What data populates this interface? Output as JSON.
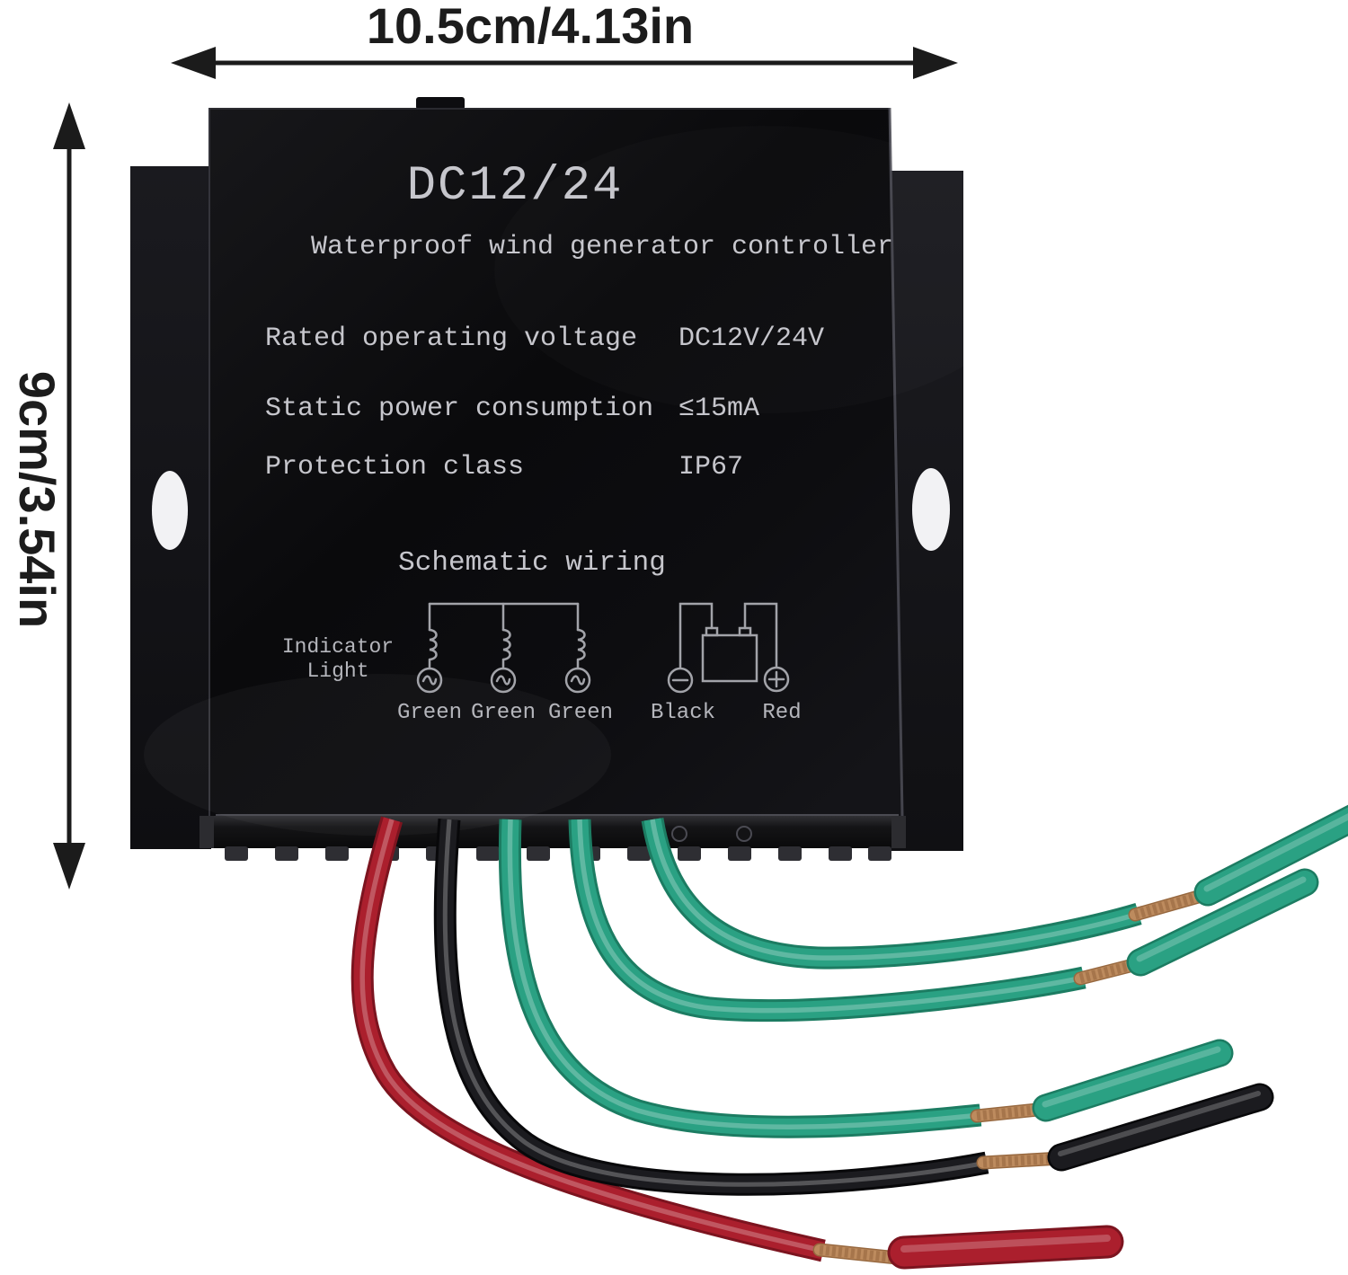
{
  "annotation": {
    "width_label": "10.5cm/4.13in",
    "height_label": "9cm/3.54in"
  },
  "device": {
    "title": "DC12/24",
    "subtitle": "Waterproof wind generator controller",
    "specs": [
      {
        "label": "Rated operating voltage",
        "value": "DC12V/24V"
      },
      {
        "label": "Static power consumption",
        "value": "≤15mA"
      },
      {
        "label": "Protection class",
        "value": "IP67"
      }
    ],
    "schematic": {
      "title": "Schematic wiring",
      "indicator_line1": "Indicator",
      "indicator_line2": "Light",
      "phase_labels": [
        "Green",
        "Green",
        "Green"
      ],
      "negative_label": "Black",
      "positive_label": "Red"
    }
  },
  "wires": {
    "colors": {
      "green": "#2aa183",
      "green_dark": "#1c7c62",
      "red": "#ab1f2d",
      "red_dark": "#7c141f",
      "black": "#1b1b1f",
      "black_dark": "#08080a",
      "copper": "#bd8b5e",
      "copper_dark": "#97683f"
    }
  },
  "colors": {
    "background": "#ffffff",
    "device_body": "#0c0c0e",
    "device_text": "#c6c6cc",
    "schematic_line": "#a2a3a9",
    "annotation_ink": "#1c1c1c",
    "slot_white": "#f2f2f4"
  }
}
